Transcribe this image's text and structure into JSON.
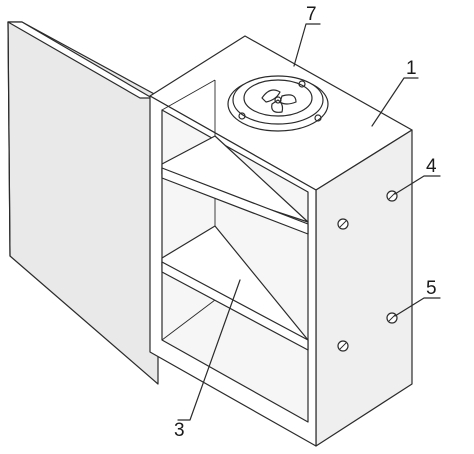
{
  "figure": {
    "callouts": {
      "cabinet": "1",
      "shelf": "3",
      "screw_upper": "4",
      "screw_lower": "5",
      "fan": "7"
    }
  },
  "colors": {
    "line": "#2b2b2b",
    "paper": "#ffffff",
    "door_face": "#e9e9e9",
    "cabinet_face": "#efefef",
    "interior": "#f6f6f6"
  }
}
